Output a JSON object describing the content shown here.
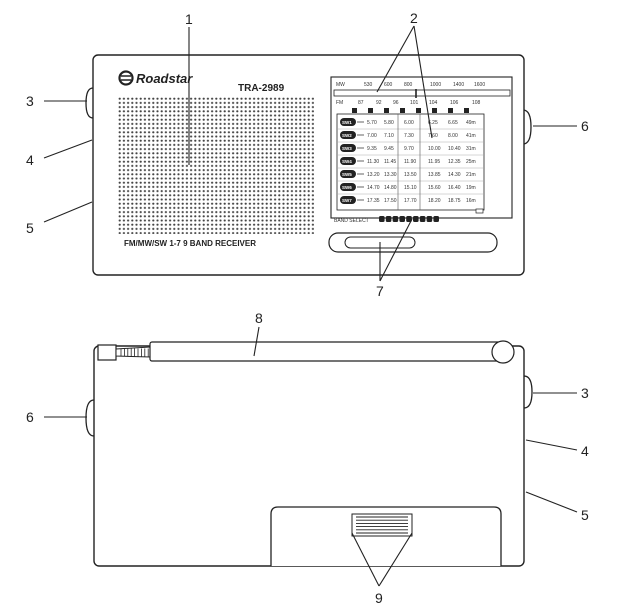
{
  "callouts": {
    "c1": "1",
    "c2": "2",
    "c3": "3",
    "c4": "4",
    "c5": "5",
    "c6": "6",
    "c7": "7",
    "c8": "8",
    "c9": "9"
  },
  "front": {
    "brand": "Roadstar",
    "model": "TRA-2989",
    "caption": "FM/MW/SW 1-7 9 BAND RECEIVER",
    "band_select_label": "BAND SELECT",
    "mw_label": "MW",
    "mw_scale": [
      "530",
      "600",
      "800",
      "1000",
      "1400",
      "1600"
    ],
    "fm_label": "FM",
    "fm_scale": [
      "87",
      "92",
      "96",
      "101",
      "104",
      "106",
      "108"
    ],
    "sw_rows": [
      {
        "band": "SW1",
        "values": [
          "5.70",
          "5.80",
          "6.00",
          "6.25",
          "6.65",
          "49m"
        ]
      },
      {
        "band": "SW2",
        "values": [
          "7.00",
          "7.10",
          "7.30",
          "7.60",
          "8.00",
          "41m"
        ]
      },
      {
        "band": "SW3",
        "values": [
          "9.35",
          "9.45",
          "9.70",
          "10.00",
          "10.40",
          "31m"
        ]
      },
      {
        "band": "SW4",
        "values": [
          "11.30",
          "11.45",
          "11.90",
          "11.95",
          "12.35",
          "25m"
        ]
      },
      {
        "band": "SW5",
        "values": [
          "13.20",
          "13.30",
          "13.50",
          "13.85",
          "14.30",
          "21m"
        ]
      },
      {
        "band": "SW6",
        "values": [
          "14.70",
          "14.80",
          "15.10",
          "15.60",
          "16.40",
          "19m"
        ]
      },
      {
        "band": "SW7",
        "values": [
          "17.35",
          "17.50",
          "17.70",
          "18.20",
          "18.75",
          "16m"
        ]
      }
    ]
  }
}
